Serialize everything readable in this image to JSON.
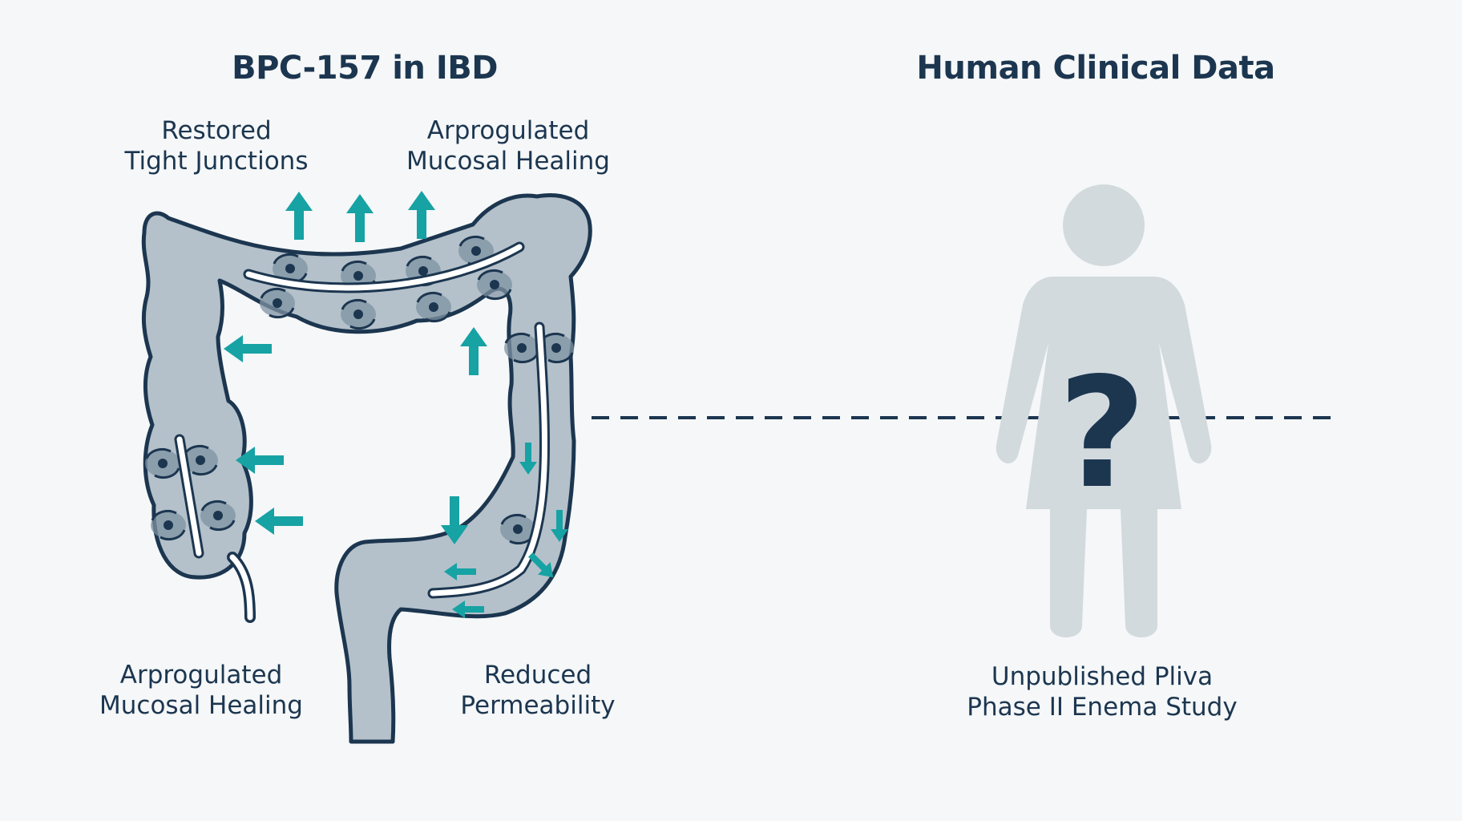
{
  "left_panel": {
    "title": "BPC-157 in IBD",
    "labels": {
      "top_left": [
        "Restored",
        "Tight Junctions"
      ],
      "top_right": [
        "Arprogulated",
        "Mucosal Healing"
      ],
      "bottom_left": [
        "Arprogulated",
        "Mucosal Healing"
      ],
      "bottom_right": [
        "Reduced",
        "Permeability"
      ]
    }
  },
  "right_panel": {
    "title": "Human Clinical Data",
    "question_mark": "?",
    "caption": [
      "Unpublished Pliva",
      "Phase II Enema Study"
    ]
  },
  "colors": {
    "navy": "#1c3650",
    "teal": "#17a2a4",
    "colon_fill": "#b4c1ca",
    "figure_fill": "#d3dade",
    "background": "#f5f7f8"
  },
  "icons": [
    "colon-illustration",
    "up-arrow-icon",
    "left-arrow-icon",
    "down-arrow-icon",
    "person-silhouette-icon",
    "dashed-connector-line"
  ]
}
